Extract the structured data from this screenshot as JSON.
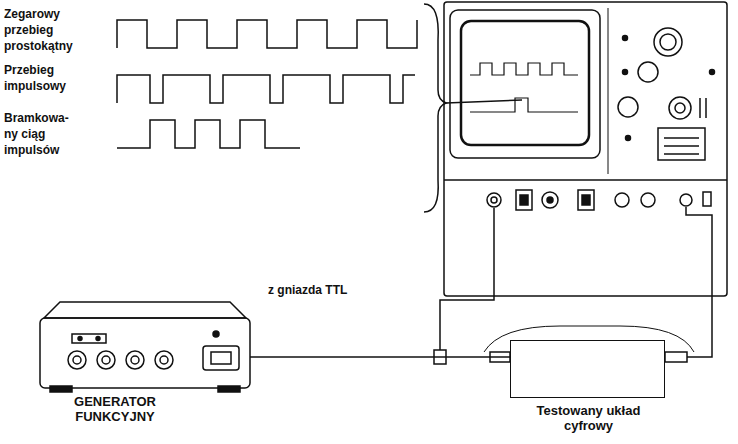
{
  "diagram": {
    "nodes": [
      {
        "text": [
          "GENERATOR FUNKCYJNY"
        ]
      },
      {
        "text": [
          "Testowany układ cyfrowy"
        ]
      }
    ],
    "edges": [
      {
        "from": 0,
        "to": 1,
        "arrow": "none"
      }
    ],
    "labels": [
      "Zegarowy przebieg prostokątny",
      "Przebieg impulsowy",
      "Bramkowa- ny ciąg impulsów",
      "z gniazda TTL"
    ]
  }
}
